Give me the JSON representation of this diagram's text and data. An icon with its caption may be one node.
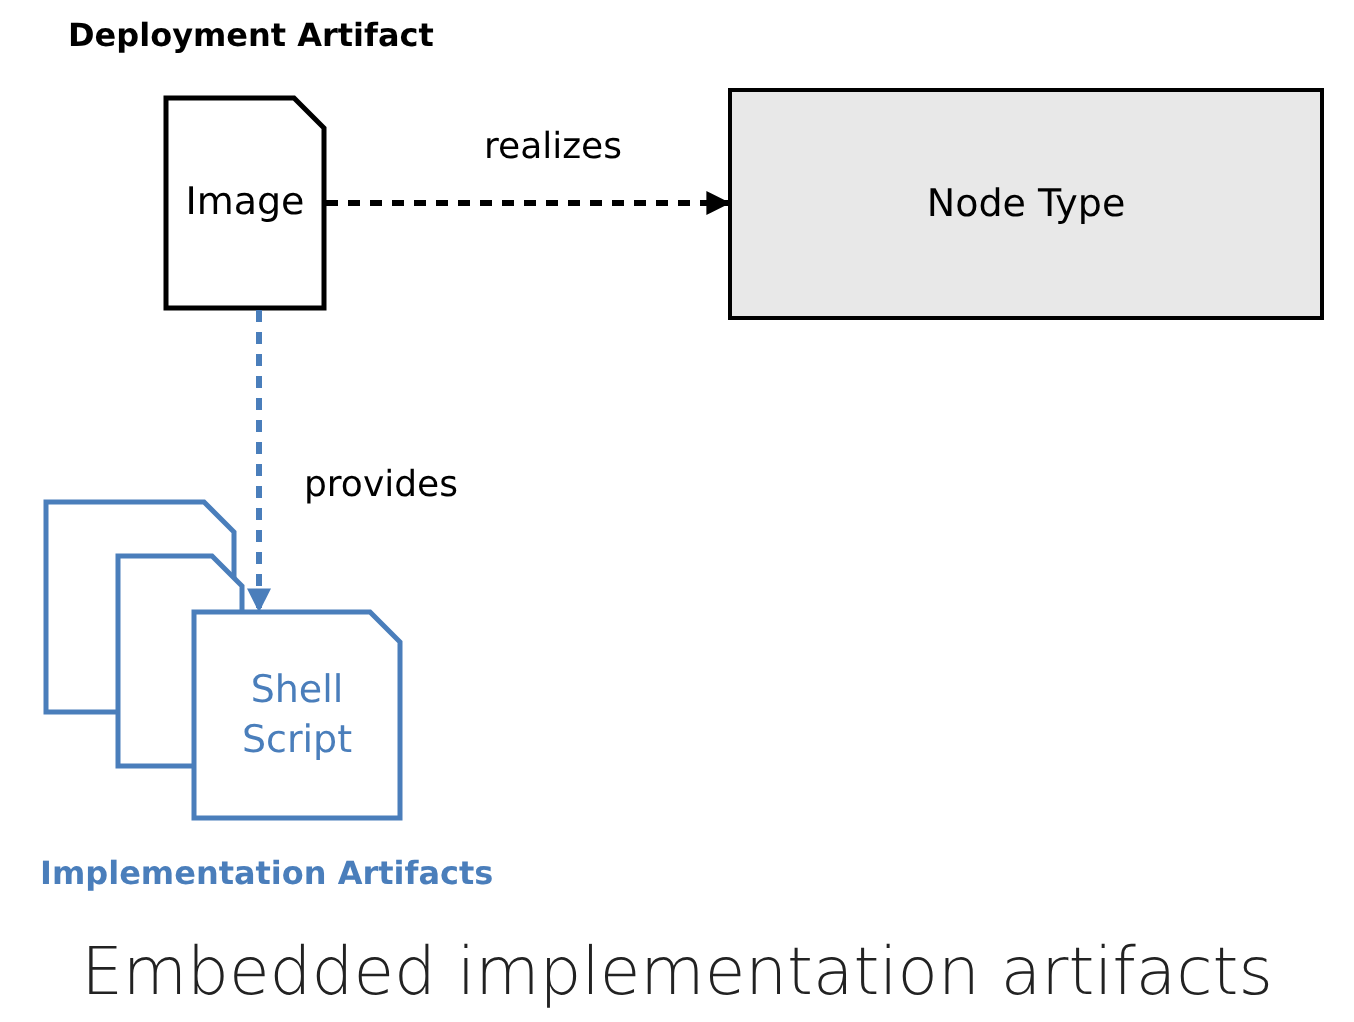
{
  "diagram": {
    "caption": "Embedded implementation artifacts",
    "nodes": [
      {
        "text": [
          "Image"
        ]
      },
      {
        "text": [
          "Node Type"
        ]
      },
      {
        "text": [],
        "shape": "document"
      },
      {
        "text": [],
        "shape": "document"
      },
      {
        "text": [
          "Shell Script"
        ]
      }
    ],
    "edges": [
      {
        "from": 0,
        "to": 1,
        "arrow": "to",
        "label": "realizes",
        "style": "dashed"
      },
      {
        "from": 0,
        "to": 4,
        "arrow": "to",
        "label": "provides",
        "style": "dashed",
        "color": "#4a7ebb"
      }
    ],
    "labels": [
      "Deployment Artifact",
      "Implementation Artifacts"
    ]
  }
}
